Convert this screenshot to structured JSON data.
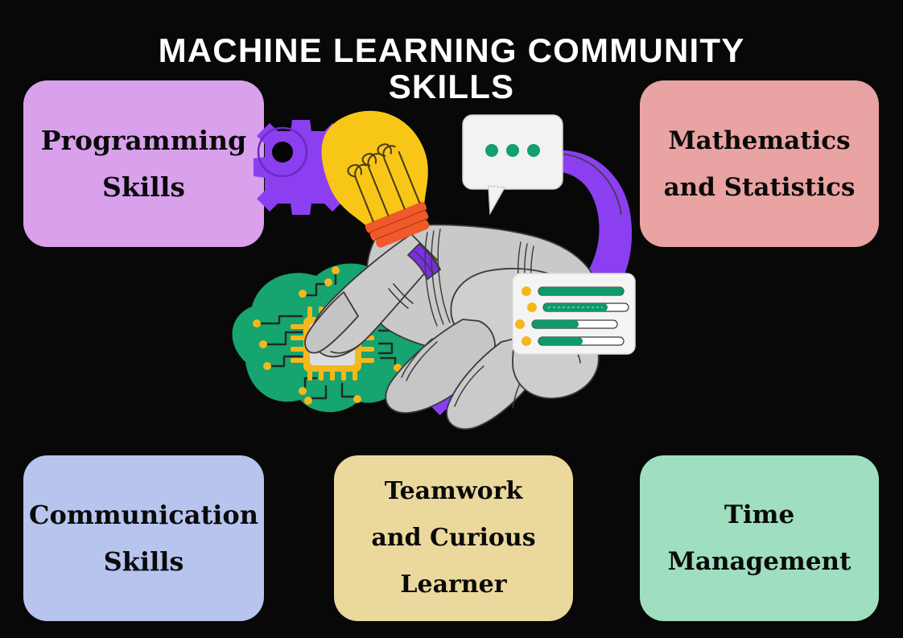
{
  "title": "Machine Learning Community\nSkills",
  "background_color": "#000000",
  "title_color": "#FFFFFF",
  "cards": [
    {
      "id": "programming-skills",
      "label": "Programming\nSkills",
      "color": "#D9A0EC",
      "text_color": "#0A0A0A",
      "position": "top-left"
    },
    {
      "id": "mathematics-and-statistics",
      "label": "Mathematics\nand Statistics",
      "color": "#E9A3A2",
      "text_color": "#0A0A0A",
      "position": "top-right"
    },
    {
      "id": "communication-skills",
      "label": "Communication\nSkills",
      "color": "#B6C4EE",
      "text_color": "#0A0A0A",
      "position": "bottom-left"
    },
    {
      "id": "teamwork-and-curious-learner",
      "label": "Teamwork\nand Curious\nLearner",
      "color": "#EBD89C",
      "text_color": "#0A0A0A",
      "position": "bottom-center"
    },
    {
      "id": "time-management",
      "label": "Time\nManagement",
      "color": "#9FDEBE",
      "text_color": "#0A0A0A",
      "position": "bottom-right"
    }
  ],
  "illustration": {
    "name": "robot-hand-illustration",
    "elements": [
      {
        "name": "robot-hand-graphic",
        "color": "#C9C9C9"
      },
      {
        "name": "lightbulb-icon",
        "bulb_color": "#F7C617",
        "base_color": "#F0592A"
      },
      {
        "name": "speech-bubble-icon",
        "color": "#F2F2F2",
        "dot_color": "#12A06E",
        "dot_count": 3
      },
      {
        "name": "brain-blob-icon",
        "color": "#16A46F"
      },
      {
        "name": "cpu-chip-icon",
        "pin_color": "#F5B81C",
        "die_color": "#DCDCDC"
      },
      {
        "name": "gear-large-icon",
        "color": "#8B3FF0"
      },
      {
        "name": "gear-small-icon",
        "color": "#8B3FF0"
      },
      {
        "name": "wrist-band-icon",
        "color": "#8B3FF0"
      },
      {
        "name": "progress-panel-card",
        "color": "#F4F4F4",
        "fill_color": "#0F9A68",
        "bullet_color": "#F5B81C"
      }
    ],
    "progress_bars": [
      {
        "value": 100
      },
      {
        "value": 75
      },
      {
        "value": 55
      },
      {
        "value": 52
      }
    ]
  }
}
